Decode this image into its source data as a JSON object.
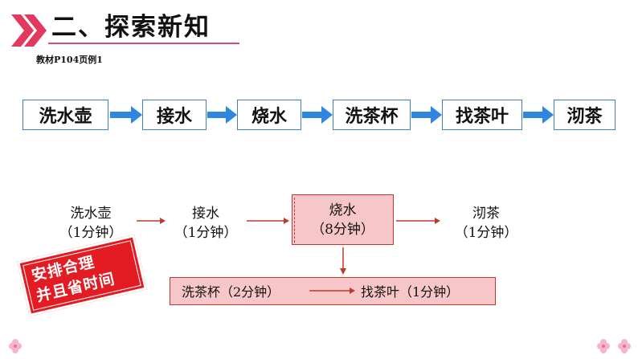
{
  "header": {
    "title": "二、探索新知",
    "subtitle": "教材P104页例1"
  },
  "top_flow": {
    "steps": [
      "洗水壶",
      "接水",
      "烧水",
      "洗茶杯",
      "找茶叶",
      "沏茶"
    ]
  },
  "bottom_flow": {
    "wash_kettle": {
      "name": "洗水壶",
      "time": "（1分钟）"
    },
    "fill_water": {
      "name": "接水",
      "time": "（1分钟）"
    },
    "boil_water": {
      "name": "烧水",
      "time": "（8分钟）"
    },
    "make_tea": {
      "name": "沏茶",
      "time": "（1分钟）"
    },
    "wash_cups": "洗茶杯（2分钟）",
    "find_tea": "找茶叶（1分钟）"
  },
  "stamp": {
    "line1": "安排合理",
    "line2": "并且省时间"
  },
  "colors": {
    "accent_pink": "#d94b7a",
    "flow_blue": "#3d7ec7",
    "arrow_blue": "#2e86de",
    "box_pink": "#f7c6c8",
    "arrow_red": "#c0392b",
    "stamp_red": "#e31b23"
  },
  "icons": {
    "title_marker": "chevron-right-icon",
    "corner_decoration": "flower-icon"
  }
}
